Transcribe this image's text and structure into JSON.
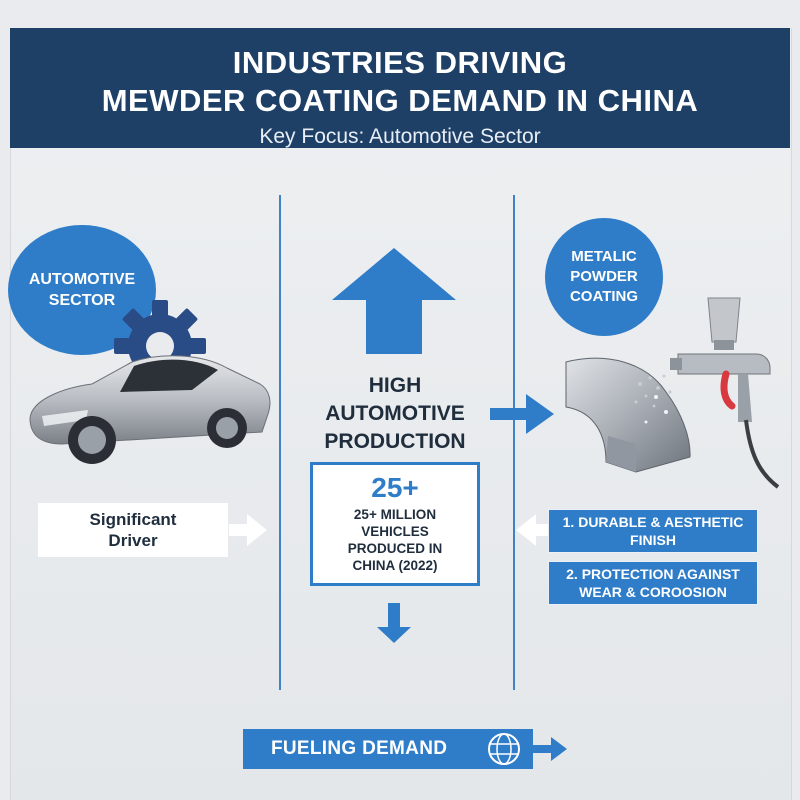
{
  "header": {
    "title_line1": "INDUSTRIES DRIVING",
    "title_line2": "MEWDER COATING DEMAND IN CHINA",
    "subtitle": "Key Focus: Automotive Sector"
  },
  "left": {
    "sector_label": "AUTOMOTIVE\nSECTOR",
    "driver_label": "Significant\nDriver"
  },
  "center": {
    "headline": "HIGH\nAUTOMOTIVE\nPRODUCTION",
    "stat_value": "25+",
    "stat_description": "25+ MILLION\nVEHICLES\nPRODUCED IN\nCHINA (2022)"
  },
  "right": {
    "coating_label": "METALIC\nPOWDER\nCOATING",
    "benefits": [
      "1. DURABLE & AESTHETIC\nFINISH",
      "2. PROTECTION AGAINST\nWEAR & COROOSION"
    ]
  },
  "footer": {
    "demand_label": "FUELING DEMAND"
  },
  "colors": {
    "navy": "#1e3f66",
    "accent_blue": "#2f7dc8",
    "background": "#e9ebee"
  }
}
